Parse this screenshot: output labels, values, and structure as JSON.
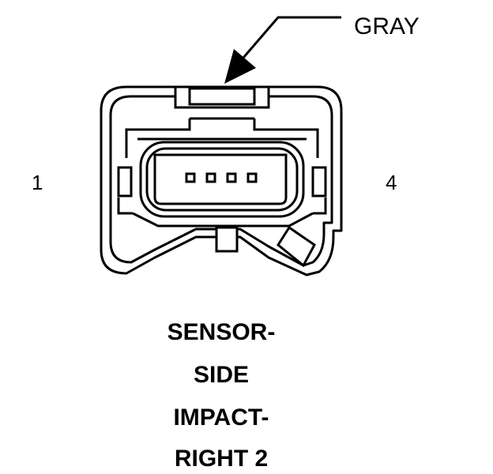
{
  "callout": {
    "color_label": "GRAY"
  },
  "pins": {
    "left": "1",
    "right": "4",
    "count": 4
  },
  "caption": {
    "line1": "SENSOR-",
    "line2": "SIDE",
    "line3": "IMPACT-",
    "line4": "RIGHT 2"
  },
  "colors": {
    "ink": "#000000",
    "background": "#ffffff"
  }
}
